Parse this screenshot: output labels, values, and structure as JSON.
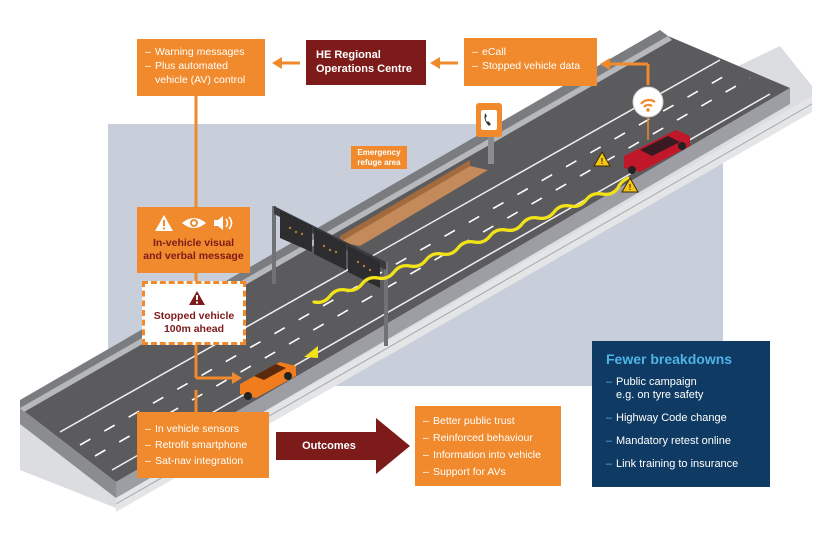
{
  "boxes": {
    "warning": {
      "items": [
        "Warning messages",
        "Plus automated vehicle (AV) control"
      ]
    },
    "he_centre": {
      "line1": "HE Regional",
      "line2": "Operations Centre"
    },
    "ecall": {
      "items": [
        "eCall",
        "Stopped vehicle data"
      ]
    },
    "refuge": {
      "line1": "Emergency",
      "line2": "refuge area"
    },
    "in_vehicle_message": {
      "line1": "In-vehicle visual",
      "line2": "and verbal message"
    },
    "stopped_vehicle": {
      "line1": "Stopped vehicle",
      "line2": "100m ahead"
    },
    "sensors": {
      "items": [
        "In vehicle sensors",
        "Retrofit smartphone",
        "Sat-nav integration"
      ]
    },
    "outcomes_label": "Outcomes",
    "outcomes": {
      "items": [
        "Better public trust",
        "Reinforced behaviour",
        "Information into vehicle",
        "Support for AVs"
      ]
    }
  },
  "panel": {
    "title": "Fewer breakdowns",
    "items": [
      {
        "line1": "Public campaign",
        "line2": "e.g. on tyre safety"
      },
      {
        "line1": "Highway Code change",
        "line2": ""
      },
      {
        "line1": "Mandatory retest online",
        "line2": ""
      },
      {
        "line1": "Link training to insurance",
        "line2": ""
      }
    ]
  },
  "colors": {
    "orange": "#f08a2c",
    "maroon": "#7d1a1a",
    "navy": "#0e3a63",
    "light_blue": "#4fb3e8",
    "road": "#5b5b5e",
    "background_panel": "#c8ceda",
    "wave": "#f2e21a"
  },
  "icons": [
    "warning-triangle-icon",
    "eye-icon",
    "speaker-icon",
    "wifi-signal-icon",
    "emergency-phone-icon"
  ]
}
